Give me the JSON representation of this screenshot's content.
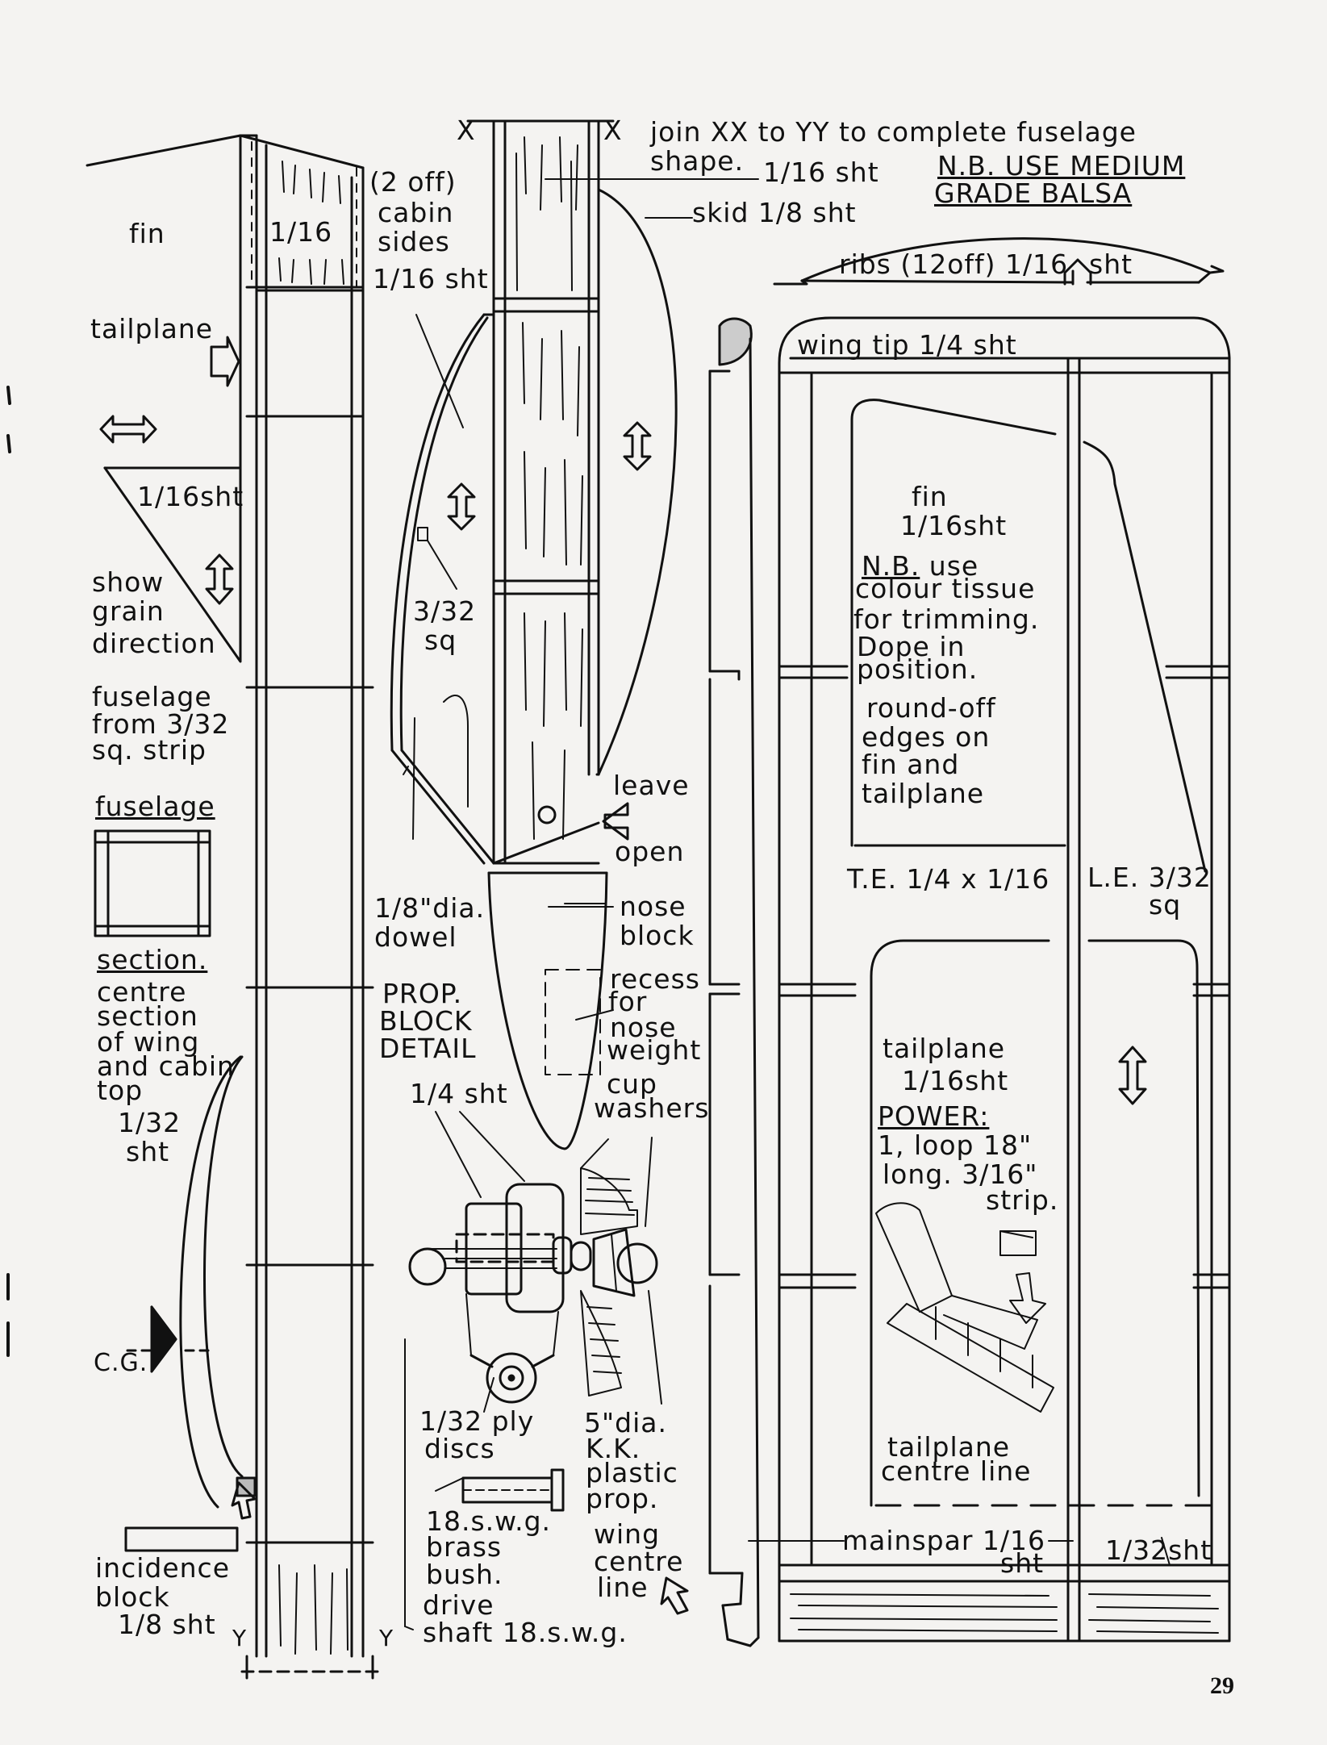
{
  "fuselage_plan": {
    "join_note": "join XX to YY to complete fuselage shape.",
    "marker_x": "X",
    "marker_y": "Y",
    "fin_label": "fin",
    "fin_sheet": "1/16",
    "cabin_sides": [
      "(2 off)",
      "cabin",
      "sides",
      "1/16 sht"
    ],
    "nose_sheet": "1/16 sht",
    "skid": "skid 1/8 sht",
    "tailplane_label": "tailplane",
    "tail_sheet": "1/16sht",
    "show_grain": [
      "show",
      "grain",
      "direction"
    ],
    "fuselage_from": [
      "fuselage",
      "from 3/32",
      "sq. strip"
    ],
    "section_title": "fuselage",
    "section_word": "section.",
    "centre_section": [
      "centre",
      "section",
      "of wing",
      "and cabin",
      "top"
    ],
    "centre_sheet": [
      "1/32",
      "sht"
    ],
    "cg": "C.G.",
    "incidence": [
      "incidence",
      "block",
      "1/8 sht"
    ],
    "strut": [
      "3/32",
      "sq"
    ],
    "dowel": [
      "1/8\"dia.",
      "dowel"
    ],
    "leave_open": [
      "leave",
      "open"
    ],
    "nose_block": [
      "nose",
      "block"
    ]
  },
  "prop_detail": {
    "title": [
      "PROP.",
      "BLOCK",
      "DETAIL"
    ],
    "recess": [
      "recess",
      "for",
      "nose",
      "weight"
    ],
    "sheet": "1/4 sht",
    "cup_washers": [
      "cup",
      "washers"
    ],
    "discs": [
      "1/32 ply",
      "discs"
    ],
    "prop": [
      "5\"dia.",
      "K.K.",
      "plastic",
      "prop."
    ],
    "bush": [
      "18.s.w.g.",
      "brass",
      "bush."
    ],
    "shaft": [
      "drive",
      "shaft 18.s.w.g."
    ],
    "wing_centre": [
      "wing",
      "centre",
      "line"
    ]
  },
  "wing_plan": {
    "balsa_note": [
      "N.B. USE MEDIUM",
      "GRADE BALSA"
    ],
    "ribs_prefix": "ribs (12off) 1/16",
    "ribs_suffix": "sht",
    "wing_tip": "wing tip 1/4 sht",
    "fin": [
      "fin",
      "1/16sht"
    ],
    "nb_prefix": "N.B.",
    "tissue_note": [
      " use",
      "colour tissue",
      "for trimming.",
      "Dope in",
      "position."
    ],
    "round_off": [
      "round-off",
      "edges on",
      "fin and",
      "tailplane"
    ],
    "te": "T.E. 1/4 x 1/16",
    "le": [
      "L.E. 3/32",
      "sq"
    ],
    "tailplane": [
      "tailplane",
      "1/16sht"
    ],
    "power_title": "POWER:",
    "power": [
      "1, loop 18\"",
      "long. 3/16\"",
      "strip."
    ],
    "centre_line": [
      "tailplane",
      "centre line"
    ],
    "mainspar": [
      "mainspar 1/16",
      "sht"
    ],
    "sheet_132": "1/32sht"
  },
  "page_number": "29"
}
